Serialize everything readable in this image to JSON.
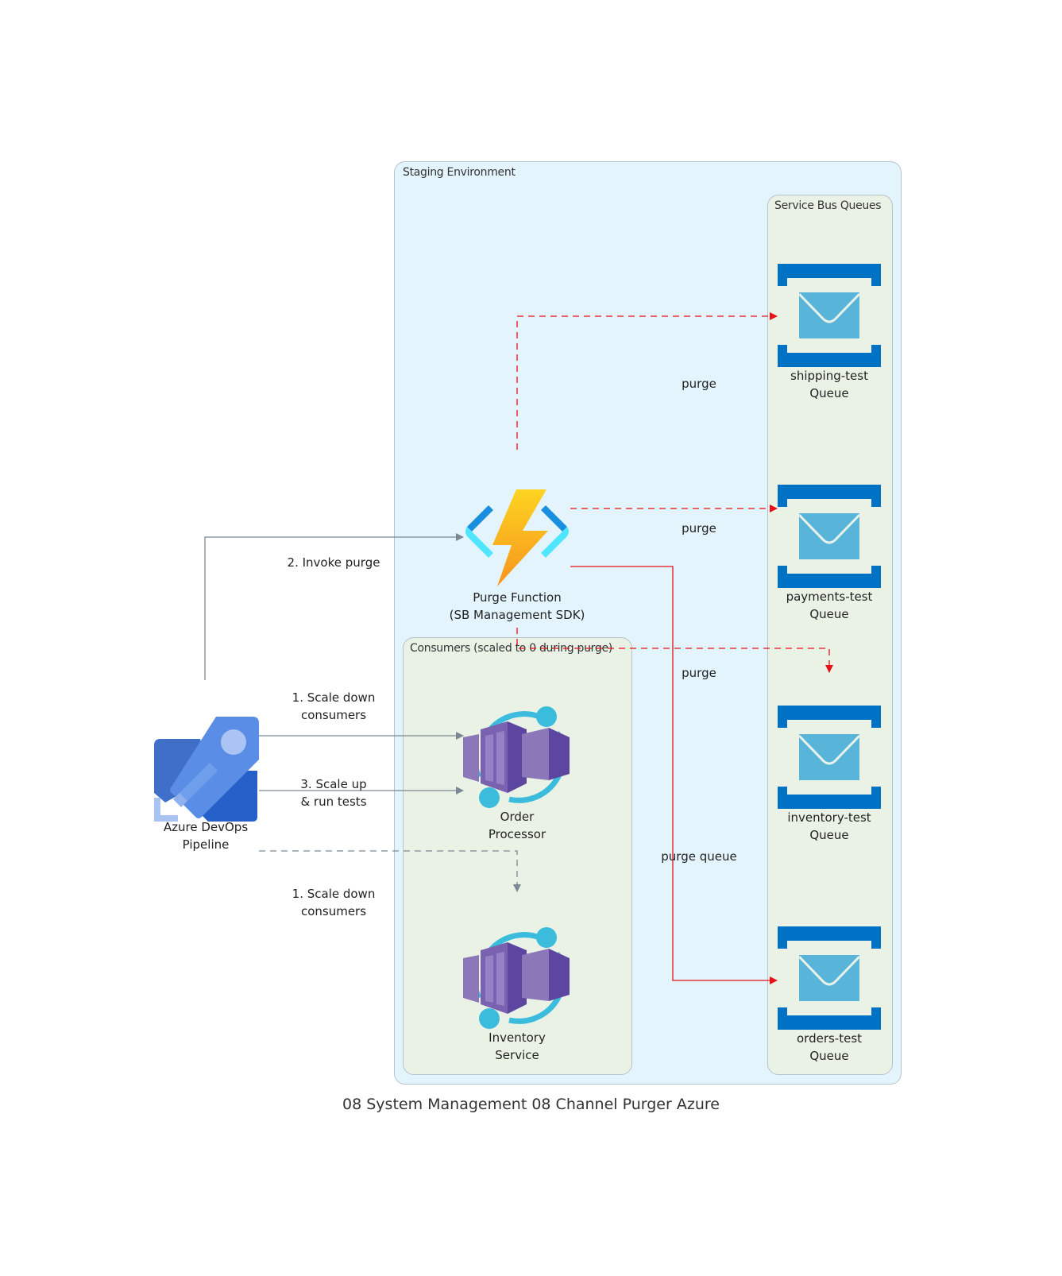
{
  "title": "08 System Management 08 Channel Purger Azure",
  "clusters": {
    "staging": "Staging Environment",
    "queues": "Service Bus Queues",
    "consumers": "Consumers (scaled to 0 during purge)"
  },
  "nodes": {
    "pipeline": {
      "label": "Azure DevOps\nPipeline",
      "icon": "azure-devops-pipelines-icon"
    },
    "purge_function": {
      "label": "Purge Function\n(SB Management SDK)",
      "icon": "azure-function-icon"
    },
    "order_processor": {
      "label": "Order\nProcessor",
      "icon": "container-apps-icon"
    },
    "inventory_service": {
      "label": "Inventory\nService",
      "icon": "container-apps-icon"
    },
    "shipping_queue": {
      "label": "shipping-test\nQueue",
      "icon": "service-bus-queue-icon"
    },
    "payments_queue": {
      "label": "payments-test\nQueue",
      "icon": "service-bus-queue-icon"
    },
    "inventory_queue": {
      "label": "inventory-test\nQueue",
      "icon": "service-bus-queue-icon"
    },
    "orders_queue": {
      "label": "orders-test\nQueue",
      "icon": "service-bus-queue-icon"
    }
  },
  "edges": [
    {
      "from": "pipeline",
      "to": "purge_function",
      "label": "2. Invoke purge",
      "style": "solid",
      "color": "#7b8794"
    },
    {
      "from": "pipeline",
      "to": "order_processor",
      "label": "1. Scale down\nconsumers",
      "style": "solid",
      "color": "#7b8794"
    },
    {
      "from": "pipeline",
      "to": "order_processor",
      "label": "3. Scale up\n& run tests",
      "style": "solid",
      "color": "#7b8794"
    },
    {
      "from": "pipeline",
      "to": "inventory_service",
      "label": "1. Scale down\nconsumers",
      "style": "dashed",
      "color": "#7b8794"
    },
    {
      "from": "purge_function",
      "to": "shipping_queue",
      "label": "purge",
      "style": "dashed",
      "color": "#e8111a"
    },
    {
      "from": "purge_function",
      "to": "payments_queue",
      "label": "purge",
      "style": "dashed",
      "color": "#e8111a"
    },
    {
      "from": "purge_function",
      "to": "inventory_queue",
      "label": "purge",
      "style": "dashed",
      "color": "#e8111a"
    },
    {
      "from": "purge_function",
      "to": "orders_queue",
      "label": "purge queue",
      "style": "solid",
      "color": "#e8111a"
    }
  ],
  "colors": {
    "staging_bg": "#e3f4fc",
    "group_bg": "#eaf2e6",
    "border": "#b5c3cf",
    "edge_gray": "#7b8794",
    "edge_red": "#e8111a",
    "queue_blue": "#0072c6",
    "envelope": "#59b4d9"
  }
}
